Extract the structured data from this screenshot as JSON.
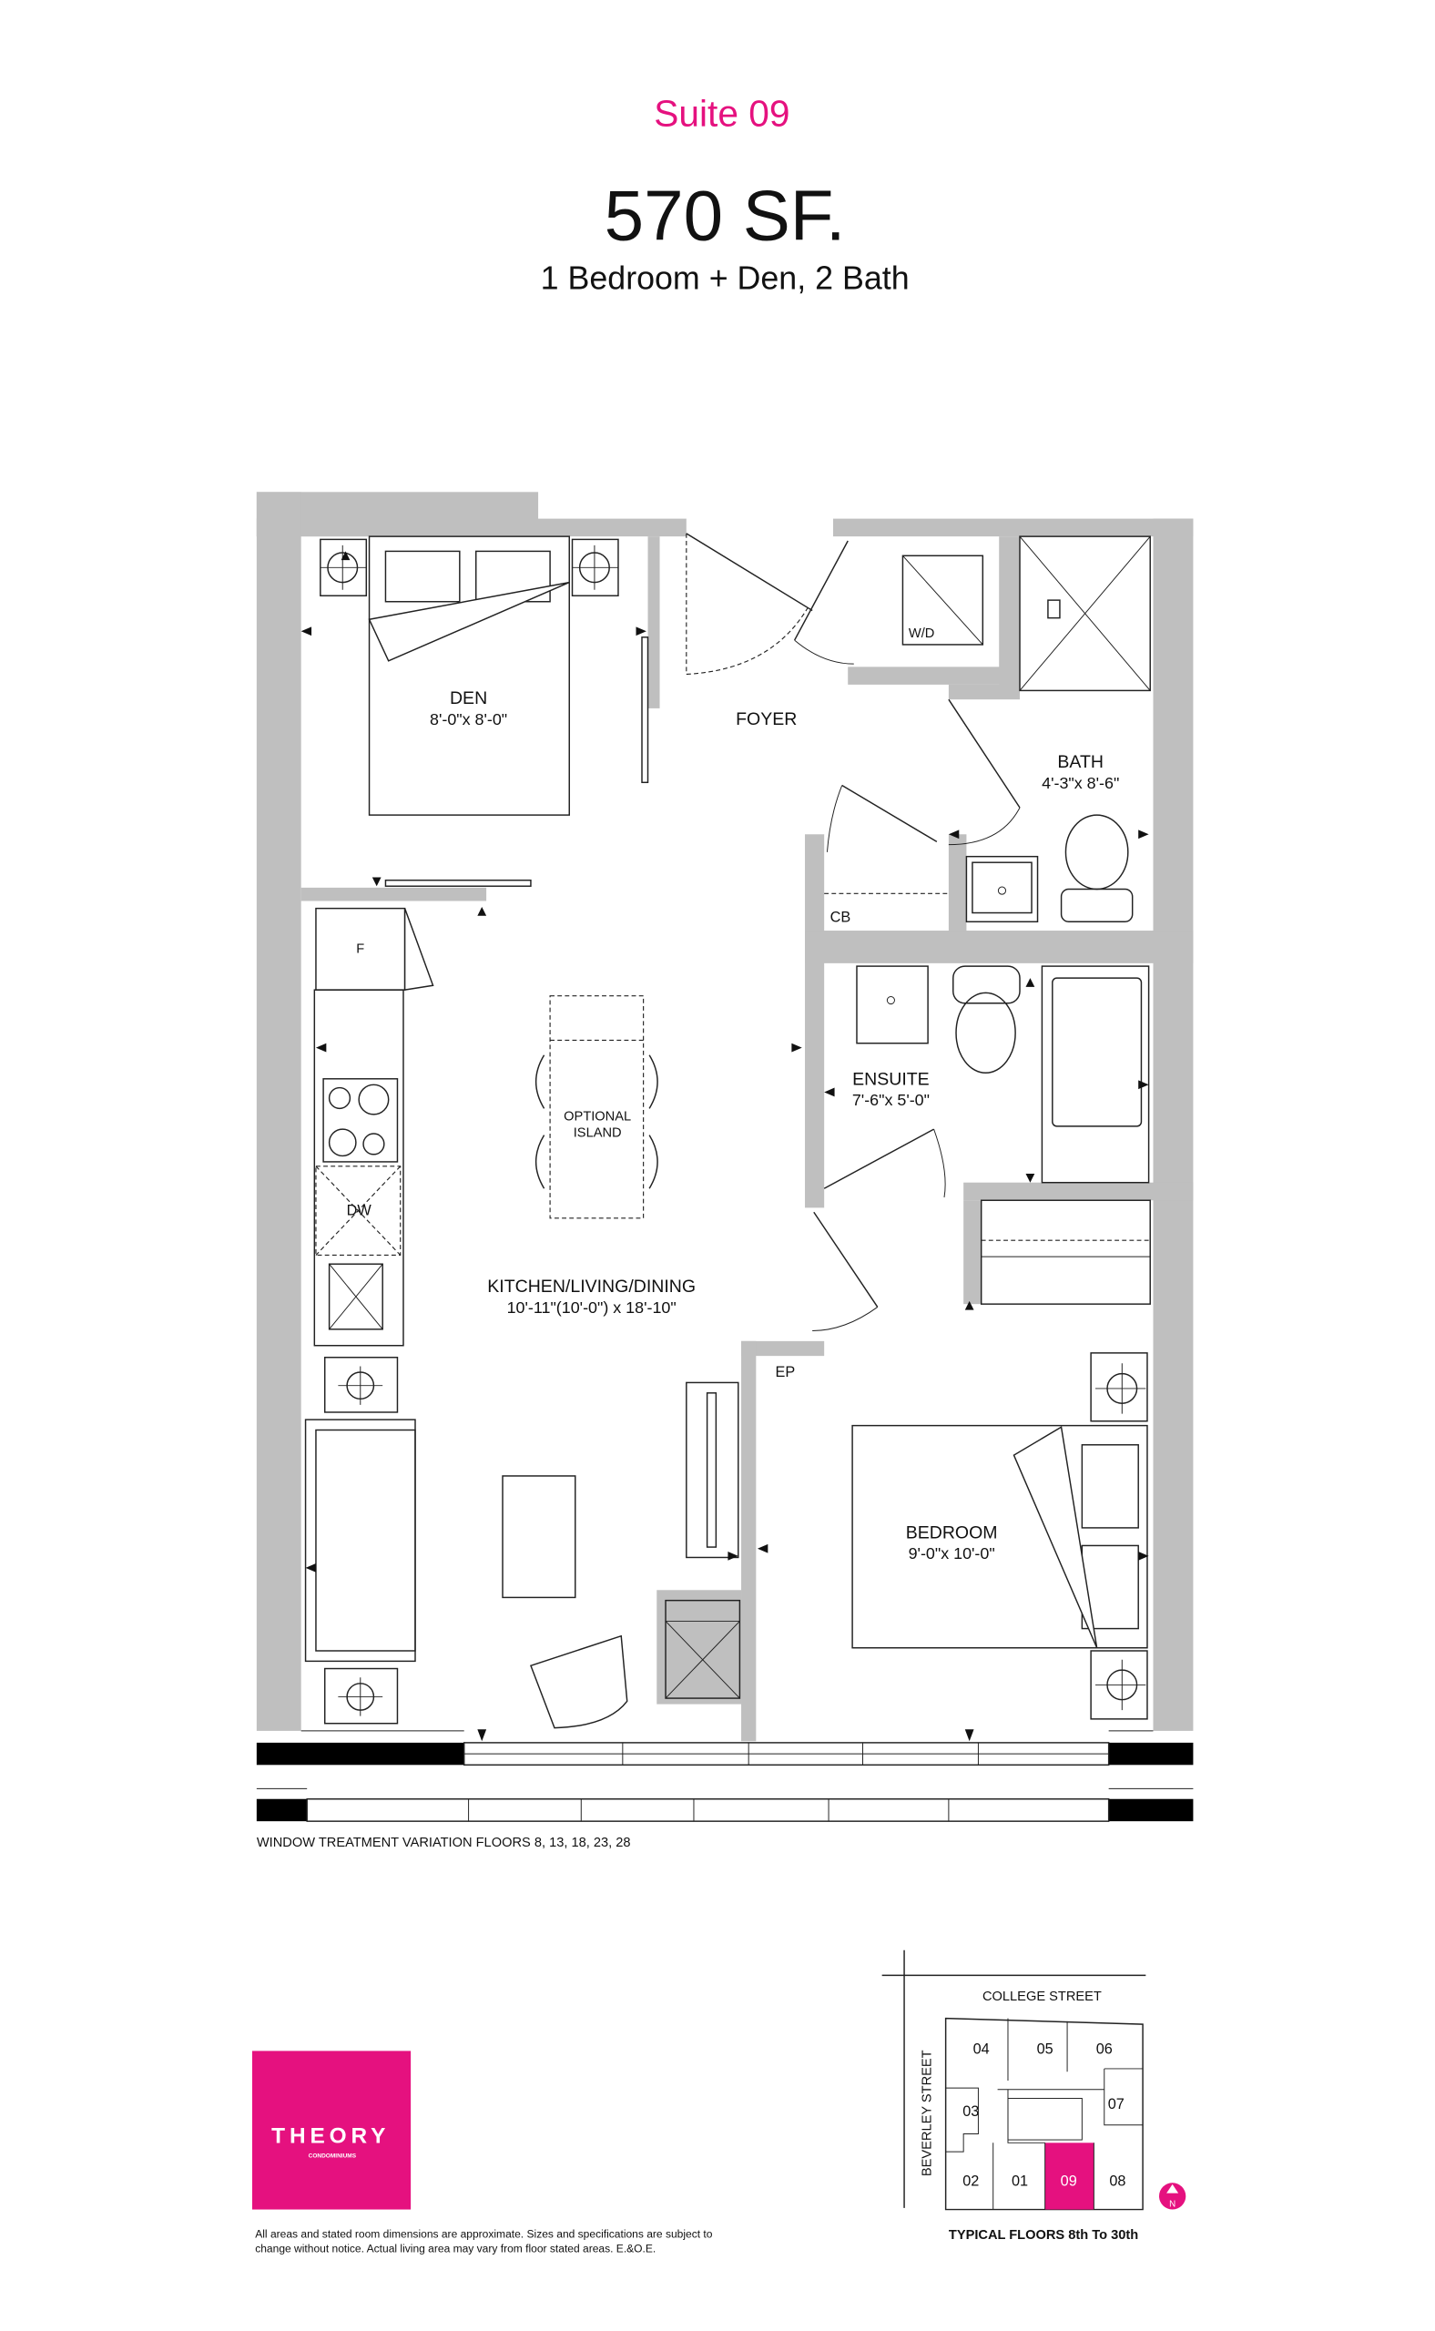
{
  "header": {
    "suite": "Suite 09",
    "area": "570 SF.",
    "type": "1 Bedroom + Den, 2 Bath"
  },
  "rooms": {
    "den": {
      "name": "DEN",
      "size": "8'-0\"x 8'-0\""
    },
    "foyer": {
      "name": "FOYER"
    },
    "bath": {
      "name": "BATH",
      "size": "4'-3\"x 8'-6\""
    },
    "ensuite": {
      "name": "ENSUITE",
      "size": "7'-6\"x 5'-0\""
    },
    "kitchen": {
      "name": "KITCHEN/LIVING/DINING",
      "size": "10'-11\"(10'-0\") x 18'-10\""
    },
    "bedroom": {
      "name": "BEDROOM",
      "size": "9'-0\"x 10'-0\""
    }
  },
  "fixtures": {
    "wd": "W/D",
    "cb": "CB",
    "fridge": "F",
    "dw": "DW",
    "ep": "EP",
    "island_line1": "OPTIONAL",
    "island_line2": "ISLAND"
  },
  "window_note": "WINDOW TREATMENT VARIATION FLOORS  8, 13, 18, 23, 28",
  "logo": {
    "name": "THEORY",
    "sub": "CONDOMINIUMS"
  },
  "disclaimer": {
    "line1": "All areas and stated room dimensions are approximate. Sizes and specifications are subject to",
    "line2": "change without notice. Actual living area may vary from floor stated areas. E.&O.E."
  },
  "keyplan": {
    "street_top": "COLLEGE STREET",
    "street_left": "BEVERLEY STREET",
    "units": [
      "04",
      "05",
      "06",
      "03",
      "07",
      "02",
      "01",
      "09",
      "08"
    ],
    "highlighted": "09",
    "caption": "TYPICAL FLOORS 8th To 30th",
    "north": "N"
  },
  "colors": {
    "accent": "#e5117f",
    "wall": "#bfbfbf"
  }
}
